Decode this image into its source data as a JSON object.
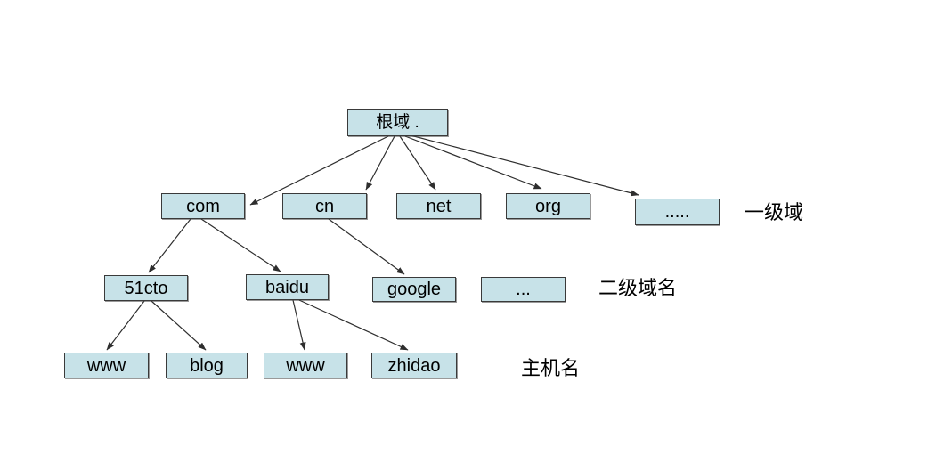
{
  "diagram": {
    "type": "tree",
    "root": {
      "id": "root",
      "label": "根域 ."
    },
    "levels": [
      {
        "row_label": "一级域",
        "nodes": [
          "com",
          "cn",
          "net",
          "org",
          "....."
        ]
      },
      {
        "row_label": "二级域名",
        "nodes": [
          "51cto",
          "baidu",
          "google",
          "..."
        ]
      },
      {
        "row_label": "主机名",
        "nodes": [
          "www",
          "blog",
          "www",
          "zhidao"
        ]
      }
    ],
    "edges": [
      {
        "from": "根域 .",
        "to": "com"
      },
      {
        "from": "根域 .",
        "to": "cn"
      },
      {
        "from": "根域 .",
        "to": "net"
      },
      {
        "from": "根域 .",
        "to": "org"
      },
      {
        "from": "根域 .",
        "to": "....."
      },
      {
        "from": "com",
        "to": "51cto"
      },
      {
        "from": "com",
        "to": "baidu"
      },
      {
        "from": "cn",
        "to": "google"
      },
      {
        "from": "51cto",
        "to": "www"
      },
      {
        "from": "51cto",
        "to": "blog"
      },
      {
        "from": "baidu",
        "to": "www"
      },
      {
        "from": "baidu",
        "to": "zhidao"
      }
    ],
    "colors": {
      "box_fill": "#c7e2e8",
      "box_border": "#3a3a3a",
      "arrow": "#2e2e2e",
      "text": "#000000",
      "background": "#ffffff"
    }
  }
}
